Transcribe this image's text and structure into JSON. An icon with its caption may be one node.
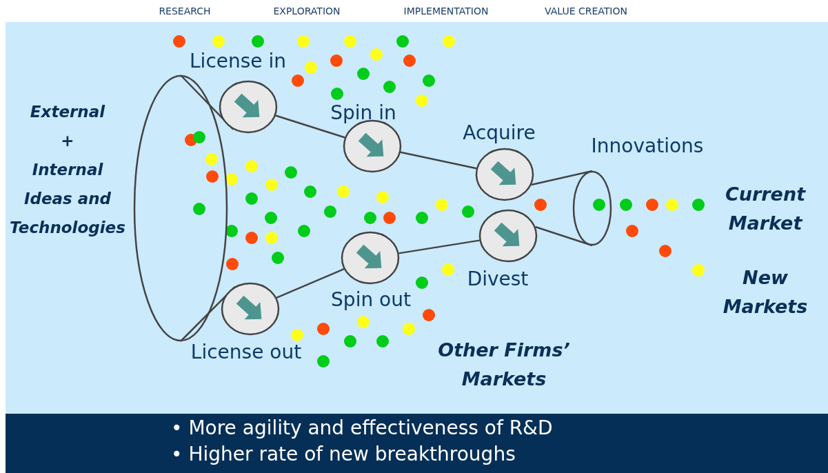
{
  "diagram": {
    "nodes": [
      {
        "text": [
          "External",
          "+",
          "Internal",
          "Ideas and Technologies"
        ]
      },
      {
        "text": [],
        "shape": "circle",
        "beside": [
          "License in"
        ]
      },
      {
        "text": [],
        "shape": "circle",
        "beside": [
          "Spin in"
        ]
      },
      {
        "text": [],
        "shape": "circle",
        "beside": [
          "Acquire"
        ]
      },
      {
        "text": [],
        "shape": "ellipse",
        "beside": [
          "Innovations"
        ]
      },
      {
        "text": [],
        "shape": "circle",
        "beside": [
          "Divest"
        ]
      },
      {
        "text": [],
        "shape": "circle",
        "beside": [
          "Spin out"
        ]
      },
      {
        "text": [],
        "shape": "circle",
        "beside": [
          "License out"
        ]
      }
    ],
    "edges": [
      {
        "from": 0,
        "to": 1,
        "arrow": "none"
      },
      {
        "from": 1,
        "to": 2,
        "arrow": "none"
      },
      {
        "from": 2,
        "to": 3,
        "arrow": "none"
      },
      {
        "from": 3,
        "to": 4,
        "arrow": "none"
      },
      {
        "from": 0,
        "to": 7,
        "arrow": "none"
      },
      {
        "from": 7,
        "to": 6,
        "arrow": "none"
      },
      {
        "from": 6,
        "to": 5,
        "arrow": "none"
      },
      {
        "from": 5,
        "to": 4,
        "arrow": "none"
      }
    ],
    "labels": [
      "RESEARCH",
      "EXPLORATION",
      "IMPLEMENTATION",
      "VALUE CREATION",
      "Current Market",
      "New Markets",
      "Other Firms’ Markets",
      "• More agility and effectiveness of R&D",
      "• Higher rate of new breakthroughs"
    ]
  }
}
